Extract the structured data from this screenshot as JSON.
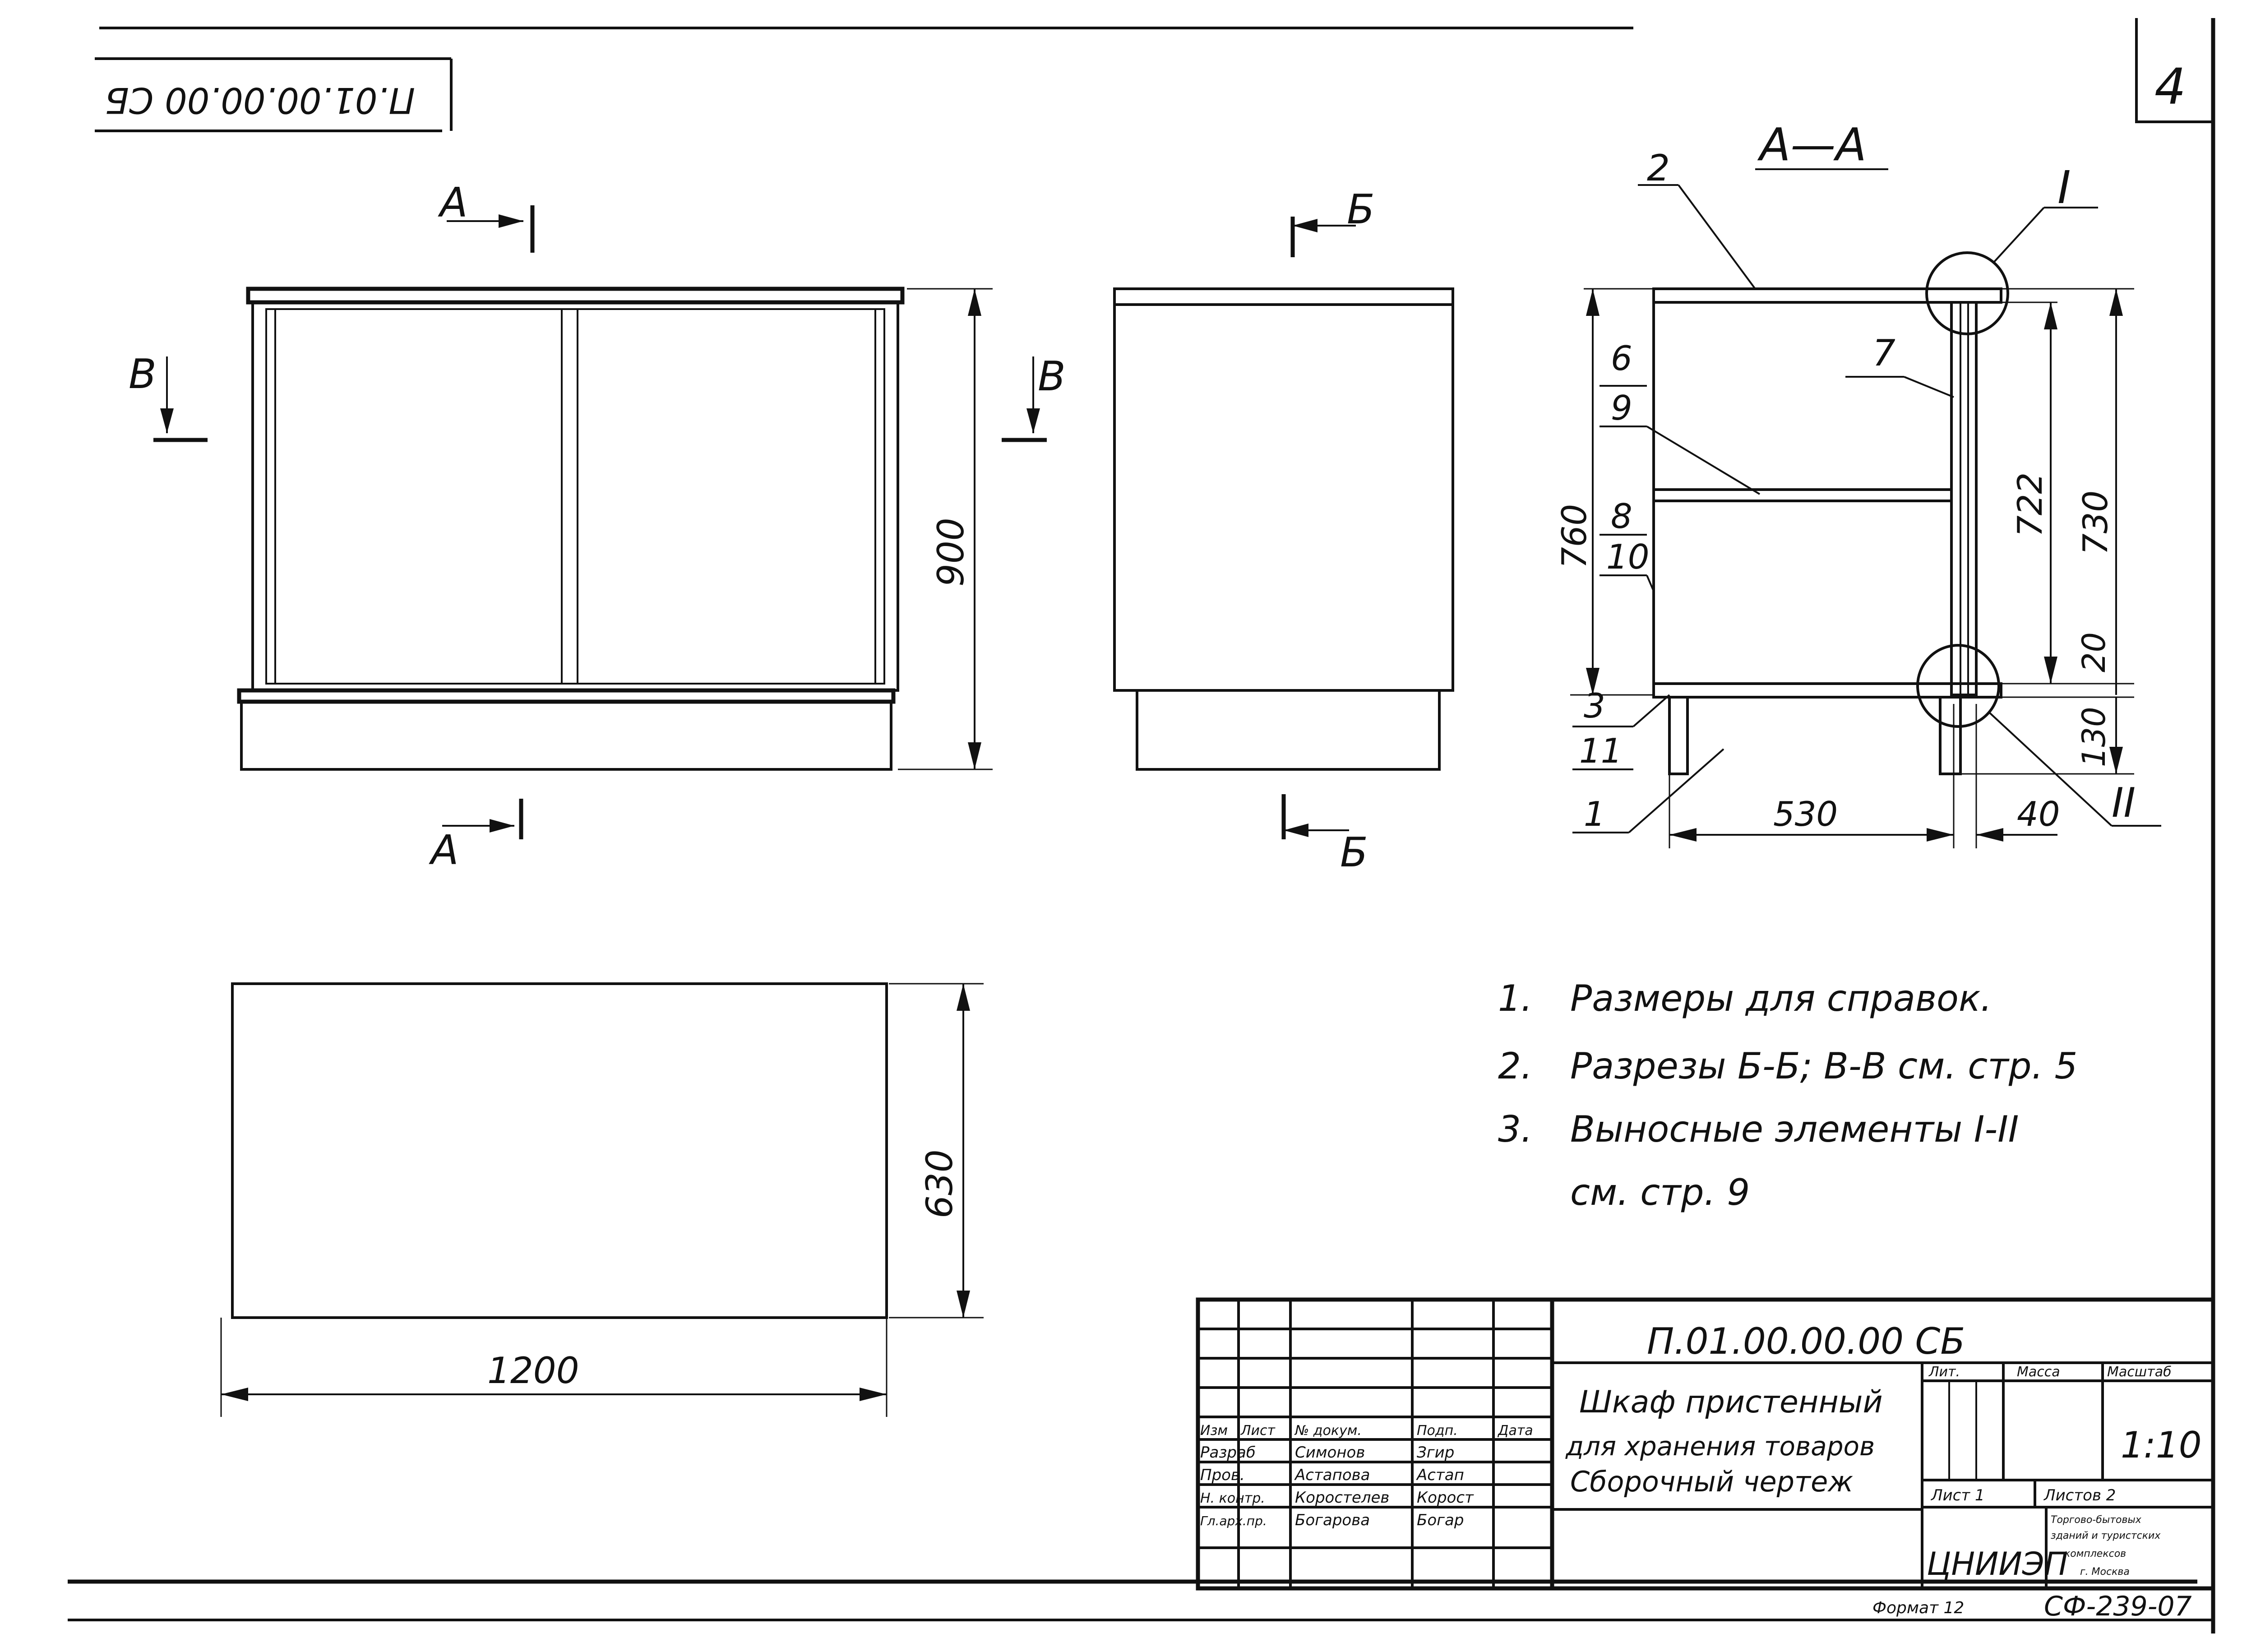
{
  "sheet_number": "4",
  "doc_code_rotated": "П.01.00.00.00 СБ",
  "views": {
    "section_main": "А—А",
    "arrow_a_label": "А",
    "arrow_b_label": "Б",
    "arrow_v_label": "В"
  },
  "dimensions": {
    "front_height": "900",
    "plan_depth": "630",
    "plan_width": "1200",
    "section_total": "760",
    "section_inner": "722",
    "section_right": "730",
    "section_plinth_gap": "20",
    "section_plinth": "130",
    "section_depth": "530",
    "section_edge": "40"
  },
  "callouts": {
    "c2": "2",
    "c6": "6",
    "c9": "9",
    "c7": "7",
    "c8": "8",
    "c10": "10",
    "c3": "3",
    "c11": "11",
    "c1": "1",
    "detail_1": "I",
    "detail_2": "II"
  },
  "notes": [
    {
      "num": "1.",
      "text": "Размеры для справок."
    },
    {
      "num": "2.",
      "text": "Разрезы Б-Б; В-В см. стр. 5"
    },
    {
      "num": "3.",
      "text": "Выносные элементы I-II"
    },
    {
      "num": "",
      "text": "см. стр. 9"
    }
  ],
  "title_block": {
    "doc_code": "П.01.00.00.00 СБ",
    "title_lines": [
      "Шкаф пристенный",
      "для хранения товаров",
      "Сборочный чертеж"
    ],
    "col_headers": [
      "Изм",
      "Лист",
      "№ докум.",
      "Подп.",
      "Дата"
    ],
    "roles": [
      {
        "role": "Разраб",
        "name": "Симонов",
        "sign": "Згир"
      },
      {
        "role": "Пров.",
        "name": "Астапова",
        "sign": "Астап"
      },
      {
        "role": "Н. контр.",
        "name": "Коростелев",
        "sign": "Корост"
      },
      {
        "role": "Гл.арх.пр.",
        "name": "Богарова",
        "sign": "Богар"
      }
    ],
    "lit_label": "Лит.",
    "mass_label": "Масса",
    "scale_label": "Масштаб",
    "scale_value": "1:10",
    "sheet_label": "Лист 1",
    "sheets_label": "Листов 2",
    "org_logo": "ЦНИИЭП",
    "org_lines": [
      "Торгово-бытовых",
      "зданий и туристских",
      "комплексов",
      "г. Москва"
    ],
    "format_label": "Формат 12",
    "stamp_code": "СФ-239-07"
  }
}
